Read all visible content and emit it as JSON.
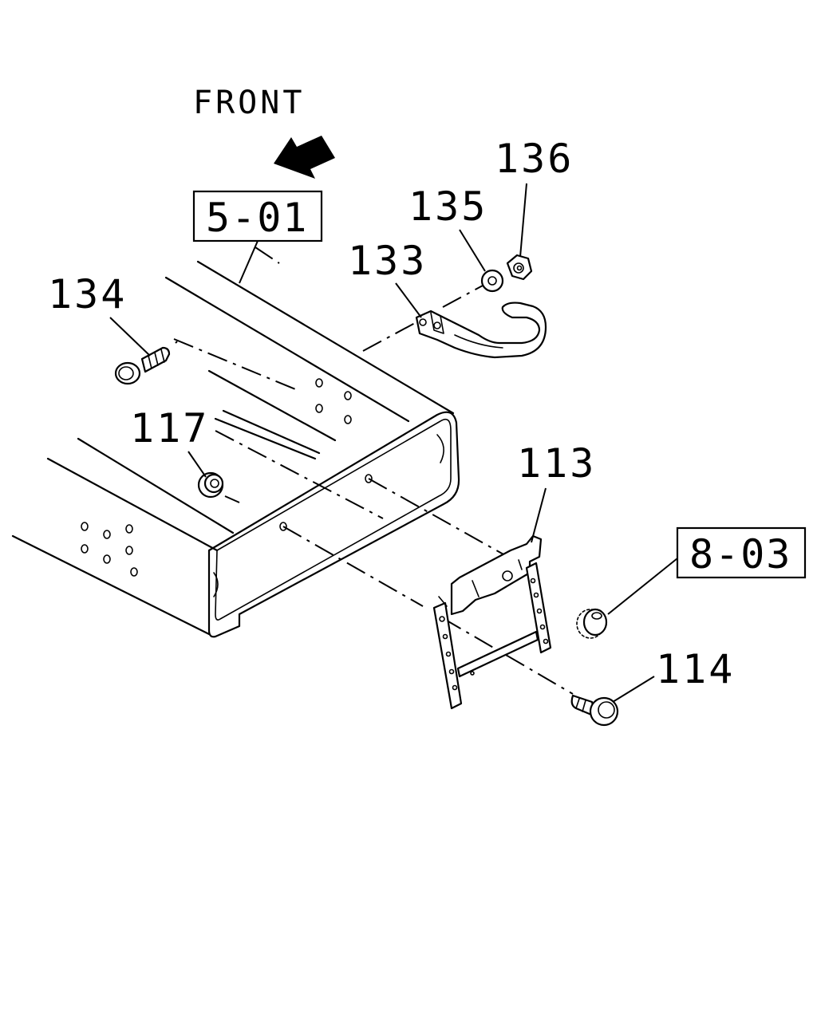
{
  "direction": {
    "label": "FRONT",
    "icon": "arrow-front-icon"
  },
  "refs": [
    {
      "id": "ref-5-01",
      "text": "5-01"
    },
    {
      "id": "ref-8-03",
      "text": "8-03"
    }
  ],
  "parts": [
    {
      "id": "part-113",
      "number": "113",
      "icon": "bracket-icon"
    },
    {
      "id": "part-114",
      "number": "114",
      "icon": "bolt-icon"
    },
    {
      "id": "part-117",
      "number": "117",
      "icon": "nut-icon"
    },
    {
      "id": "part-133",
      "number": "133",
      "icon": "tow-hook-icon"
    },
    {
      "id": "part-134",
      "number": "134",
      "icon": "bolt-icon"
    },
    {
      "id": "part-135",
      "number": "135",
      "icon": "washer-icon"
    },
    {
      "id": "part-136",
      "number": "136",
      "icon": "nut-icon"
    }
  ]
}
